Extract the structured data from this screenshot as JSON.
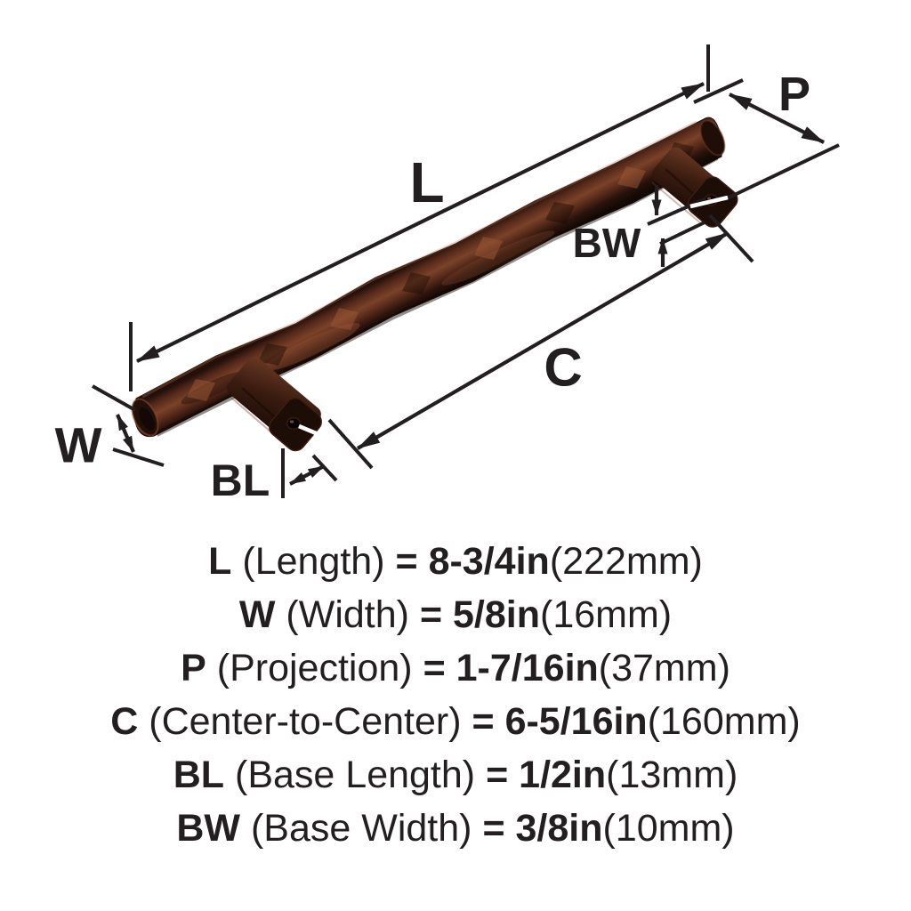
{
  "page": {
    "background": "#ffffff"
  },
  "colors": {
    "ink": "#231f20",
    "bronze_base": "#2f1710",
    "bronze_mid": "#7a4228",
    "bronze_highlight": "#9c5836",
    "bronze_shadow": "#1a0a05",
    "bronze_copper_rim": "#8a4a2e",
    "leader_white": "#ffffff"
  },
  "dimension_labels": {
    "L": "L",
    "P": "P",
    "BW": "BW",
    "C": "C",
    "W": "W",
    "BL": "BL"
  },
  "specs": [
    {
      "code": "L",
      "name": "(Length)",
      "equals": "=",
      "imperial": "8-3/4in",
      "metric": "(222mm)"
    },
    {
      "code": "W",
      "name": "(Width)",
      "equals": "=",
      "imperial": "5/8in",
      "metric": "(16mm)"
    },
    {
      "code": "P",
      "name": "(Projection)",
      "equals": "=",
      "imperial": "1-7/16in",
      "metric": "(37mm)"
    },
    {
      "code": "C",
      "name": "(Center-to-Center)",
      "equals": "=",
      "imperial": "6-5/16in",
      "metric": "(160mm)"
    },
    {
      "code": "BL",
      "name": "(Base Length)",
      "equals": "=",
      "imperial": "1/2in",
      "metric": "(13mm)"
    },
    {
      "code": "BW",
      "name": "(Base Width)",
      "equals": "=",
      "imperial": "3/8in",
      "metric": "(10mm)"
    }
  ]
}
